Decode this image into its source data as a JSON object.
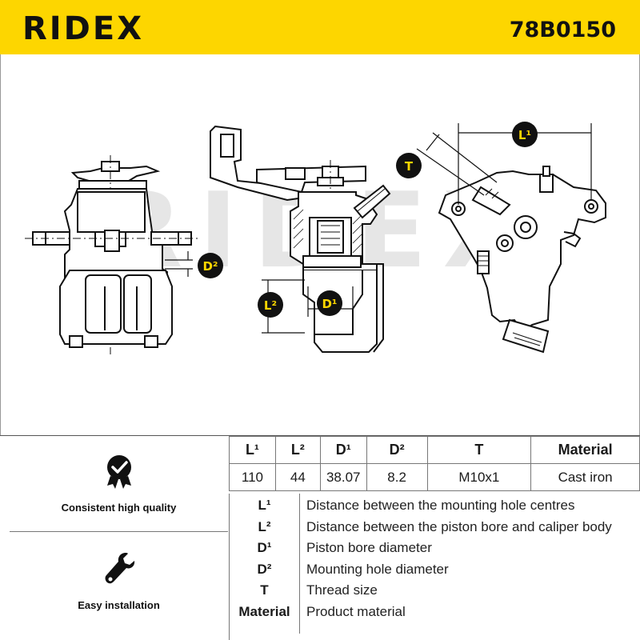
{
  "header": {
    "brand": "RIDEX",
    "article_number": "78B0150",
    "background_color": "#fdd600"
  },
  "drawing": {
    "watermark": "RIDEX",
    "dimension_badges": {
      "l1": "L¹",
      "l2": "L²",
      "d1": "D¹",
      "d2": "D²",
      "t": "T"
    }
  },
  "features": [
    {
      "icon": "quality-badge-icon",
      "label": "Consistent high quality"
    },
    {
      "icon": "wrench-icon",
      "label": "Easy installation"
    }
  ],
  "specs": {
    "headers": [
      "L¹",
      "L²",
      "D¹",
      "D²",
      "T",
      "Material"
    ],
    "values": [
      "110",
      "44",
      "38.07",
      "8.2",
      "M10x1",
      "Cast iron"
    ]
  },
  "legend": [
    {
      "key": "L¹",
      "description": "Distance between the mounting hole centres"
    },
    {
      "key": "L²",
      "description": "Distance between the piston bore and caliper body"
    },
    {
      "key": "D¹",
      "description": "Piston bore diameter"
    },
    {
      "key": "D²",
      "description": "Mounting hole diameter"
    },
    {
      "key": "T",
      "description": "Thread size"
    },
    {
      "key": "Material",
      "description": "Product material"
    }
  ]
}
